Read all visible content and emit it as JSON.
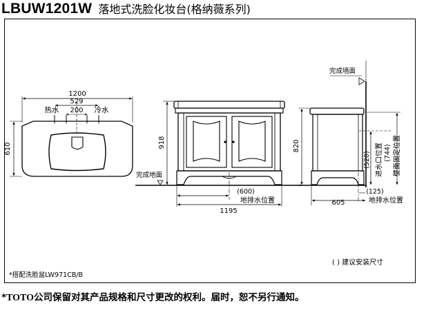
{
  "header": {
    "model": "LBUW1201W",
    "product_name": "落地式洗脸化妆台(格纳薇系列)"
  },
  "top_view": {
    "width": "1200",
    "depth": "610",
    "tap_spacing": "529",
    "center_offset": "200",
    "hot_water": "热水",
    "cold_water": "冷水"
  },
  "front_view": {
    "height": "918",
    "width": "1195",
    "drain_offset": "(600)",
    "finished_floor": "完成地面",
    "drain_position": "地排水位置"
  },
  "side_view": {
    "finished_wall": "完成墙面",
    "height": "820",
    "depth": "605",
    "drain_offset": "(125)",
    "drain_position": "地排水位置",
    "inlet_height": "(520)",
    "inlet_label": "进水口位置",
    "wall_fix_height": "(744)",
    "wall_fix_label": "壁面固定位置"
  },
  "notes": {
    "basin": "*搭配洗脸盆LW971CB/B",
    "legend": "( ) 建议安装尺寸"
  },
  "footer": {
    "prefix": "*",
    "brand": "TOTO",
    "text": "公司保留对其产品规格和尺寸更改的权利。届时，恕不另行通知。"
  }
}
